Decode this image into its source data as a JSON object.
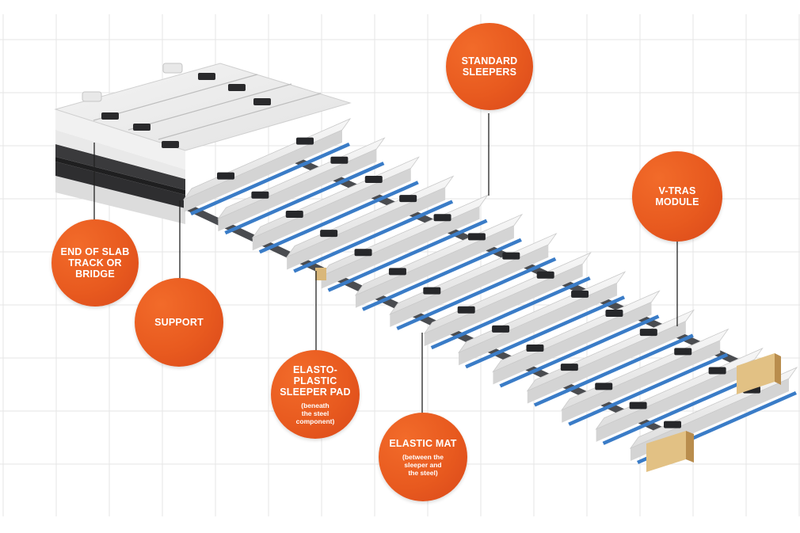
{
  "colors": {
    "accent": "#e85a1f",
    "grid": "#e6e6e6",
    "concrete": "#ececec",
    "rail": "#4a4c50",
    "elastic_mat": "#3a7cc7",
    "timber": "#d9b77a"
  },
  "labels": {
    "standard_sleepers": {
      "title": "STANDARD\nSLEEPERS"
    },
    "v_tras_module": {
      "title": "V-TRAS\nMODULE"
    },
    "end_of_slab": {
      "title": "END OF SLAB\nTRACK OR\nBRIDGE"
    },
    "support": {
      "title": "SUPPORT"
    },
    "elasto_plastic": {
      "title": "ELASTO-\nPLASTIC\nSLEEPER PAD",
      "subtitle": "(beneath\nthe steel\ncomponent)"
    },
    "elastic_mat": {
      "title": "ELASTIC MAT",
      "subtitle": "(between the\nsleeper and\nthe steel)"
    }
  }
}
